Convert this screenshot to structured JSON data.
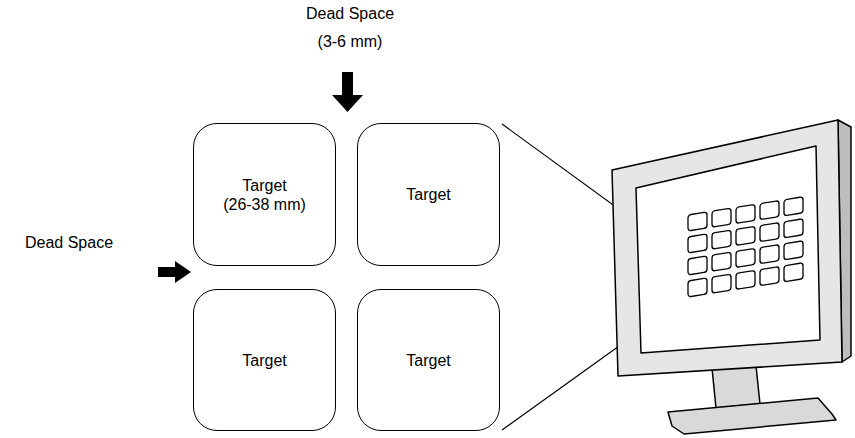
{
  "diagram": {
    "nodes": [
      {
        "text": [
          "Target",
          "(26-38 mm)"
        ]
      },
      {
        "text": [
          "Target"
        ]
      },
      {
        "text": [
          "Target"
        ]
      },
      {
        "text": [
          "Target"
        ]
      }
    ],
    "labels": [
      "Dead Space",
      "(3-6 mm)",
      "Dead Space"
    ]
  }
}
